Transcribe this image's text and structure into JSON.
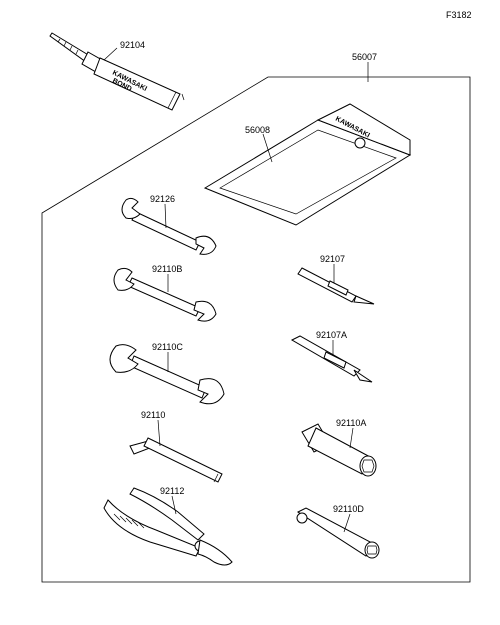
{
  "figure_code": "F3182",
  "parts": {
    "bond_tube": {
      "number": "92104",
      "tube_text_1": "KAWASAKI",
      "tube_text_2": "BOND"
    },
    "tool_kit": {
      "number": "56007"
    },
    "tool_bag": {
      "number": "56008",
      "brand": "KAWASAKI"
    },
    "wrench_a": {
      "number": "92126"
    },
    "wrench_b": {
      "number": "92110B"
    },
    "wrench_c": {
      "number": "92110C"
    },
    "hex_key": {
      "number": "92110"
    },
    "pliers": {
      "number": "92112"
    },
    "screwdriver_bit": {
      "number": "92107"
    },
    "screwdriver_bit_flat": {
      "number": "92107A"
    },
    "socket_wrench": {
      "number": "92110A"
    },
    "tubular_wrench": {
      "number": "92110D"
    }
  }
}
